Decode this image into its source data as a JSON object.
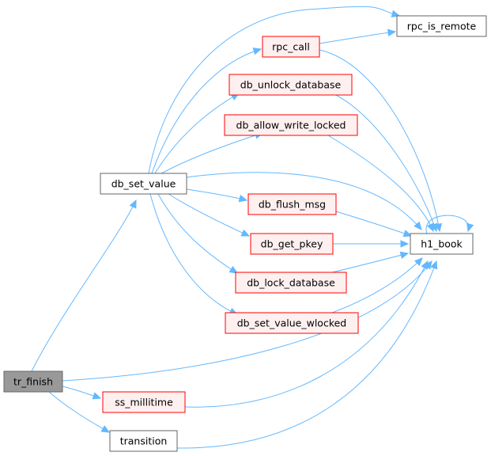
{
  "colors": {
    "edge": "#63b8ff",
    "root_fill": "#999999",
    "root_border": "#666666",
    "plain_border": "#666666",
    "red_border": "#ff0000",
    "red_fill": "#fff0f0",
    "white_fill": "#ffffff"
  },
  "nodes": {
    "tr_finish": {
      "label": "tr_finish",
      "style": "root"
    },
    "db_set_value": {
      "label": "db_set_value",
      "style": "plain"
    },
    "ss_millitime": {
      "label": "ss_millitime",
      "style": "red"
    },
    "transition": {
      "label": "transition",
      "style": "plain"
    },
    "h1_book": {
      "label": "h1_book",
      "style": "plain"
    },
    "rpc_is_remote": {
      "label": "rpc_is_remote",
      "style": "plain"
    },
    "rpc_call": {
      "label": "rpc_call",
      "style": "red"
    },
    "db_unlock_database": {
      "label": "db_unlock_database",
      "style": "red"
    },
    "db_allow_write_locked": {
      "label": "db_allow_write_locked",
      "style": "red"
    },
    "db_flush_msg": {
      "label": "db_flush_msg",
      "style": "red"
    },
    "db_get_pkey": {
      "label": "db_get_pkey",
      "style": "red"
    },
    "db_lock_database": {
      "label": "db_lock_database",
      "style": "red"
    },
    "db_set_value_wlocked": {
      "label": "db_set_value_wlocked",
      "style": "red"
    }
  },
  "edges": [
    [
      "tr_finish",
      "db_set_value"
    ],
    [
      "tr_finish",
      "h1_book"
    ],
    [
      "tr_finish",
      "ss_millitime"
    ],
    [
      "tr_finish",
      "transition"
    ],
    [
      "db_set_value",
      "rpc_is_remote"
    ],
    [
      "db_set_value",
      "rpc_call"
    ],
    [
      "db_set_value",
      "db_unlock_database"
    ],
    [
      "db_set_value",
      "db_allow_write_locked"
    ],
    [
      "db_set_value",
      "h1_book"
    ],
    [
      "db_set_value",
      "db_flush_msg"
    ],
    [
      "db_set_value",
      "db_get_pkey"
    ],
    [
      "db_set_value",
      "db_lock_database"
    ],
    [
      "db_set_value",
      "db_set_value_wlocked"
    ],
    [
      "rpc_call",
      "rpc_is_remote"
    ],
    [
      "rpc_call",
      "h1_book"
    ],
    [
      "db_unlock_database",
      "h1_book"
    ],
    [
      "db_allow_write_locked",
      "h1_book"
    ],
    [
      "db_flush_msg",
      "h1_book"
    ],
    [
      "db_get_pkey",
      "h1_book"
    ],
    [
      "db_lock_database",
      "h1_book"
    ],
    [
      "db_set_value_wlocked",
      "h1_book"
    ],
    [
      "h1_book",
      "h1_book"
    ],
    [
      "ss_millitime",
      "h1_book"
    ],
    [
      "transition",
      "h1_book"
    ]
  ]
}
